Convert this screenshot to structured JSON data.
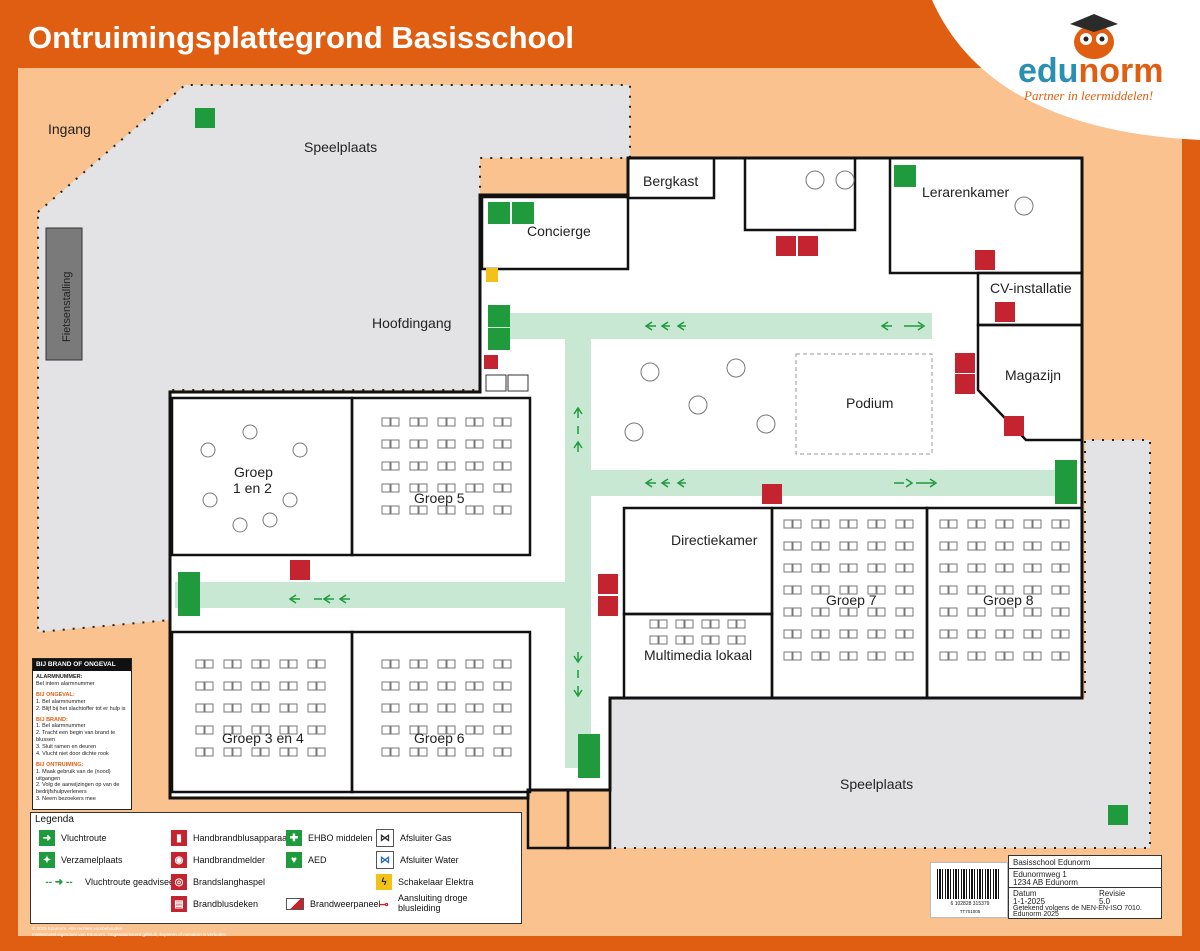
{
  "title": "Ontruimingsplattegrond Basisschool",
  "brand": {
    "name_part1": "edu",
    "name_part2": "norm",
    "tagline": "Partner in leermiddelen!",
    "color_primary": "#2a8fb1",
    "color_accent": "#e05e12"
  },
  "colors": {
    "border": "#e05e12",
    "background": "#f9c28f",
    "yard": "#e3e3e5",
    "route": "#c9e8d3",
    "green_sign": "#1f9a3c",
    "red_sign": "#c4242f"
  },
  "rooms": {
    "speelplaats_top": "Speelplaats",
    "ingang": "Ingang",
    "fietsenstalling": "Fietsenstalling",
    "hoofdingang": "Hoofdingang",
    "concierge": "Concierge",
    "bergkast": "Bergkast",
    "lerarenkamer": "Lerarenkamer",
    "cv_installatie": "CV-installatie",
    "magazijn": "Magazijn",
    "podium": "Podium",
    "groep_1_2_line1": "Groep",
    "groep_1_2_line2": "1 en 2",
    "groep_5": "Groep 5",
    "directiekamer": "Directiekamer",
    "groep_7": "Groep 7",
    "groep_8": "Groep 8",
    "multimedia": "Multimedia lokaal",
    "groep_3_4": "Groep  3 en 4",
    "groep_6": "Groep 6",
    "speelplaats_bottom": "Speelplaats"
  },
  "instructions": {
    "header": "BIJ BRAND OF ONGEVAL",
    "alarm_title": "ALARMNUMMER:",
    "alarm_line": "Bel intern alarmnummer",
    "ongeval_title": "BIJ ONGEVAL:",
    "ongeval_items": [
      "1.   Bel alarmnummer",
      "2.   Blijf bij het slachtoffer tot er hulp is"
    ],
    "brand_title": "BIJ BRAND:",
    "brand_items": [
      "1.   Bel alarmnummer",
      "2.   Tracht een begin van brand te",
      "      blussen",
      "3.   Sluit ramen en deuren",
      "4.   Vlucht niet door dichte rook"
    ],
    "ontruiming_title": "BIJ ONTRUIMING:",
    "ontruiming_items": [
      "1.   Maak gebruik van de (nood)",
      "      uitgangen",
      "2.   Volg de aanwijzingen op van de",
      "      bedrijfshulpverleners",
      "3.   Neem bezoekers mee"
    ]
  },
  "legend": {
    "title": "Legenda",
    "items": [
      {
        "label": "Vluchtroute",
        "icon": "exit-arrow-icon"
      },
      {
        "label": "Verzamelplaats",
        "icon": "assembly-point-icon"
      },
      {
        "label": "Vluchtroute geadviseerd",
        "icon": "advised-route-icon"
      },
      {
        "label": "Handbrandblusapparaat",
        "icon": "fire-extinguisher-icon"
      },
      {
        "label": "Handbrandmelder",
        "icon": "fire-alarm-icon"
      },
      {
        "label": "Brandslanghaspel",
        "icon": "fire-hose-icon"
      },
      {
        "label": "Brandblusdeken",
        "icon": "fire-blanket-icon"
      },
      {
        "label": "EHBO middelen",
        "icon": "first-aid-icon"
      },
      {
        "label": "AED",
        "icon": "aed-icon"
      },
      {
        "label": "Brandweerpaneel",
        "icon": "fire-panel-icon"
      },
      {
        "label": "Afsluiter Gas",
        "icon": "gas-valve-icon"
      },
      {
        "label": "Afsluiter Water",
        "icon": "water-valve-icon"
      },
      {
        "label": "Schakelaar Elektra",
        "icon": "electric-switch-icon"
      },
      {
        "label": "Aansluiting droge blusleiding",
        "icon": "dry-riser-icon"
      }
    ]
  },
  "title_block": {
    "name": "Basisschool   Edunorm",
    "address1": "Edunormweg 1",
    "address2": "1234 AB  Edunorm",
    "date_label": "Datum",
    "date_value": "1-1-2025",
    "rev_label": "Revisie",
    "rev_value": "5.0",
    "norm": "Getekend volgens de NEN-EN-ISO 7010.",
    "copy": "Edunorm 2025"
  },
  "barcode": {
    "number": "6   102828   315379",
    "code": "TT701005"
  },
  "copyright_lines": [
    "© 2025 Edunorm. Alle rechten voorbehouden.",
    "Intellectueel eigendom van Edunorm. Ongeautoriseerd gebruik, kopiëren of namaken is verboden."
  ]
}
